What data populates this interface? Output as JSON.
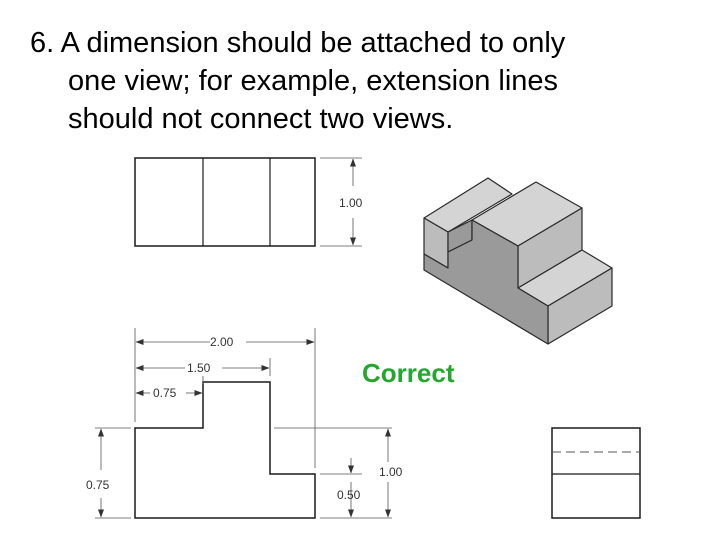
{
  "title": {
    "number": "6.",
    "line1": "A dimension should be attached to only",
    "line2": "one view; for example, extension lines",
    "line3": "should not connect two views."
  },
  "dimensions": {
    "top_view_height": "1.00",
    "overall_width": "2.00",
    "step_width": "1.50",
    "notch_width": "0.75",
    "front_left_height": "0.75",
    "front_right_height": "1.00",
    "step_height": "0.50"
  },
  "status": "Correct",
  "colors": {
    "status": "#22a82e",
    "line": "#1a1a1a",
    "dim_line": "#555555",
    "iso_top": "#d4d4d4",
    "iso_front": "#9a9a9a",
    "iso_side": "#bcbcbc"
  }
}
